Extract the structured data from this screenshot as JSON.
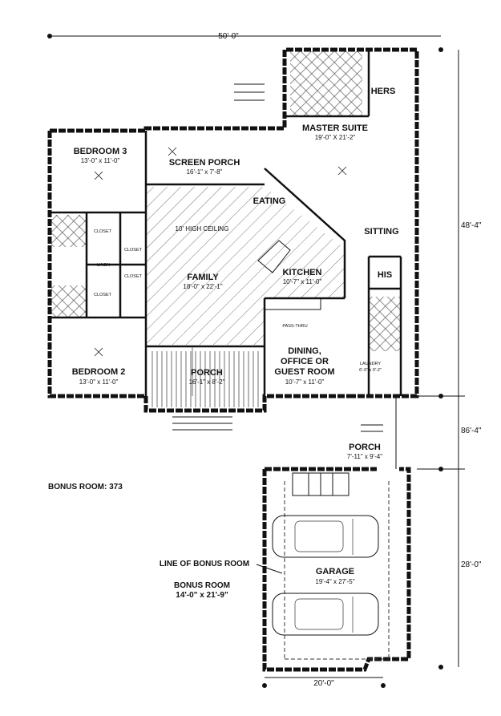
{
  "dimensions": {
    "top_width": "50'-0\"",
    "right_house_depth": "48'-4\"",
    "right_total_depth": "86'-4\"",
    "right_garage_depth": "28'-0\"",
    "garage_width": "20'-0\""
  },
  "rooms": [
    {
      "name": "BEDROOM 3",
      "size": "13'-0\" x 11'-0\""
    },
    {
      "name": "SCREEN PORCH",
      "size": "16'-1\" x 7'-8\""
    },
    {
      "name": "MASTER SUITE",
      "size": "19'-0\" X 21'-2\""
    },
    {
      "name": "HERS",
      "size": ""
    },
    {
      "name": "EATING",
      "size": ""
    },
    {
      "name": "SITTING",
      "size": ""
    },
    {
      "name": "FAMILY",
      "size": "18'-0\" x 22'-1\""
    },
    {
      "name": "KITCHEN",
      "size": "10'-7\" x 11'-0\""
    },
    {
      "name": "HIS",
      "size": ""
    },
    {
      "name": "BEDROOM 2",
      "size": "13'-0\" x 11'-0\""
    },
    {
      "name": "PORCH",
      "size": "16'-1\" x 8'-2\""
    },
    {
      "name": "DINING,",
      "line2": "OFFICE OR",
      "line3": "GUEST ROOM",
      "size": "10'-7\" x 11'-0\""
    },
    {
      "name": "PORCH",
      "size": "7'-11\" x 9'-4\""
    },
    {
      "name": "GARAGE",
      "size": "19'-4\" x 27'-5\""
    }
  ],
  "small_labels": {
    "ceiling": "10' HIGH CEILING",
    "closet_a": "CLOSET",
    "closet_b": "CLOSET",
    "closet_c": "CLOSET",
    "closet_d": "CLOSET",
    "linen": "LINEN",
    "pass_thru": "PASS-THRU",
    "laundry": "LAUNDRY",
    "laundry_size": "6'-0\" x 9'-2\""
  },
  "notes": {
    "bonus_total": "BONUS ROOM: 373",
    "line_of_bonus": "LINE OF BONUS ROOM",
    "bonus_room": "BONUS ROOM",
    "bonus_size": "14'-0\" x 21'-9\""
  }
}
